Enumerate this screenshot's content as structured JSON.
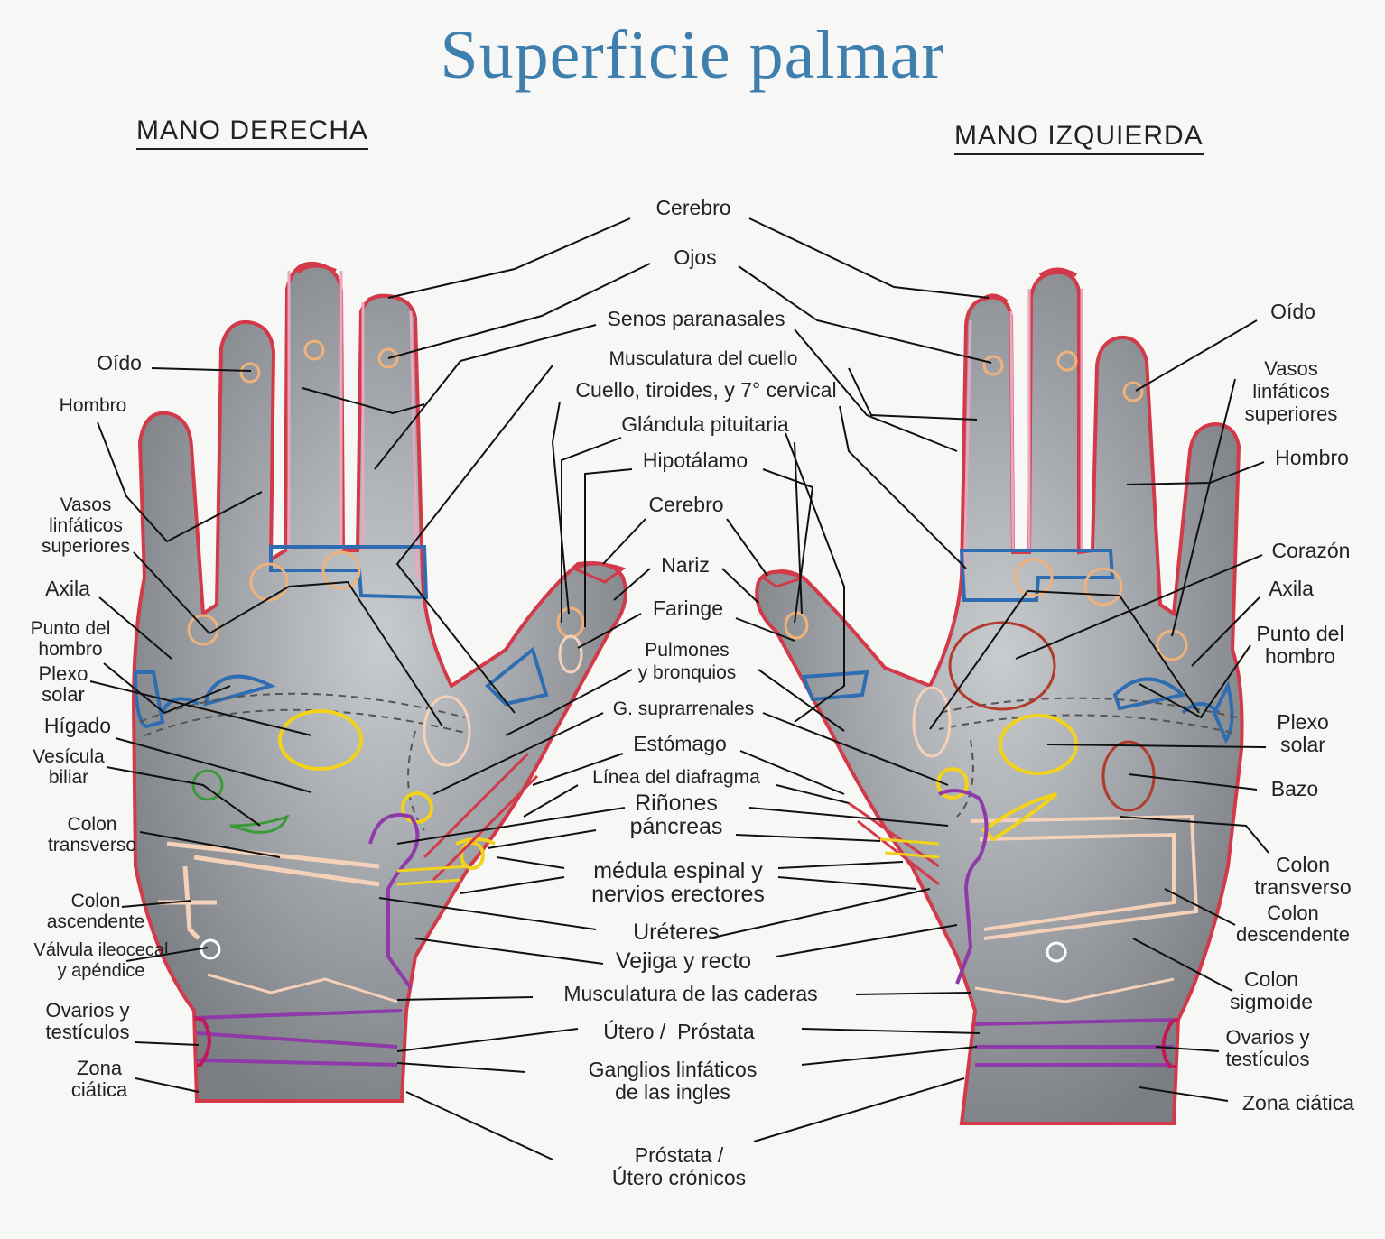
{
  "title": "Superficie palmar",
  "hands": {
    "right": "MANO DERECHA",
    "left": "MANO IZQUIERDA"
  },
  "colors": {
    "title": "#3f7fae",
    "red": "#d23a4a",
    "magenta": "#c2185b",
    "purple": "#8e3aa8",
    "blue": "#2f6db3",
    "yellow": "#f2d21b",
    "orange": "#f0b27a",
    "green": "#3a9a3a",
    "pink": "#e8a8c0",
    "cyan": "#9cd8e8",
    "brown": "#b23a2a"
  },
  "labels": {
    "cerebro_top": "Cerebro",
    "ojos": "Ojos",
    "senos": "Senos paranasales",
    "musc_cuello": "Musculatura del cuello",
    "cuello": "Cuello, tiroides, y 7° cervical",
    "pituitaria": "Glándula pituitaria",
    "hipotalamo": "Hipotálamo",
    "cerebro_mid": "Cerebro",
    "nariz": "Nariz",
    "faringe": "Faringe",
    "pulmones": "Pulmones\ny bronquios",
    "suprarrenales": "G. suprarrenales",
    "estomago": "Estómago",
    "diafragma": "Línea del diafragma",
    "rinones": "Riñones\npáncreas",
    "medula": "médula espinal y\nnervios erectores",
    "ureteres": "Uréteres",
    "vejiga": "Vejiga y recto",
    "caderas": "Musculatura de las caderas",
    "utero": "Útero /  Próstata",
    "ganglios": "Ganglios linfáticos\nde las ingles",
    "prostata": "Próstata /\nÚtero crónicos",
    "r_oido": "Oído",
    "r_hombro": "Hombro",
    "r_vasos": "Vasos\nlinfáticos\nsuperiores",
    "r_axila": "Axila",
    "r_punto": "Punto del\nhombro",
    "r_plexo": "Plexo\nsolar",
    "r_higado": "Hígado",
    "r_vesicula": "Vesícula\nbiliar",
    "r_colon_t": "Colon\ntransverso",
    "r_colon_a": "Colon\nascendente",
    "r_valvula": "Válvula ileocecal\ny apéndice",
    "r_ovarios": "Ovarios y\ntestículos",
    "r_zona": "Zona\nciática",
    "l_oido": "Oído",
    "l_vasos": "Vasos\nlinfáticos\nsuperiores",
    "l_hombro": "Hombro",
    "l_corazon": "Corazón",
    "l_axila": "Axila",
    "l_punto": "Punto del\nhombro",
    "l_plexo": "Plexo\nsolar",
    "l_bazo": "Bazo",
    "l_colon_t": "Colon\ntransverso",
    "l_colon_d": "Colon\ndescendente",
    "l_colon_s": "Colon\nsigmoide",
    "l_ovarios": "Ovarios y\ntestículos",
    "l_zona": "Zona ciática"
  }
}
